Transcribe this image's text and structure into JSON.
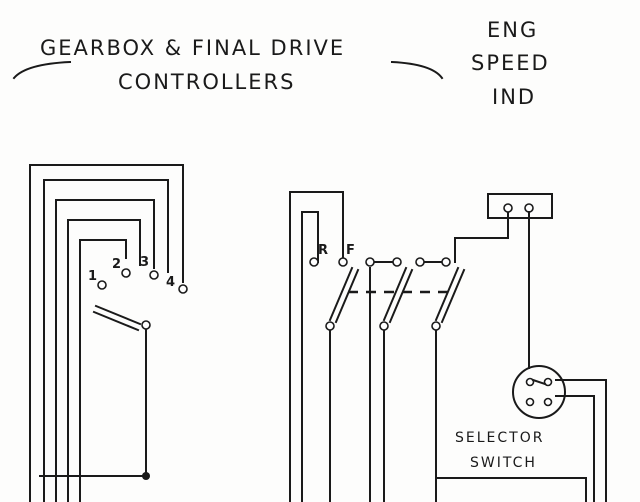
{
  "titles": {
    "controllers_line1": "GEARBOX & FINAL DRIVE",
    "controllers_line2": "CONTROLLERS",
    "indicator_line1": "ENG",
    "indicator_line2": "SPEED",
    "indicator_line3": "IND"
  },
  "gearbox_positions": [
    "1",
    "2",
    "3",
    "4"
  ],
  "final_drive_positions": [
    "R",
    "F"
  ],
  "selector_switch": {
    "line1": "SELECTOR",
    "line2": "SWITCH"
  },
  "colors": {
    "ink": "#1a1a1a",
    "paper": "#fdfdfc"
  }
}
